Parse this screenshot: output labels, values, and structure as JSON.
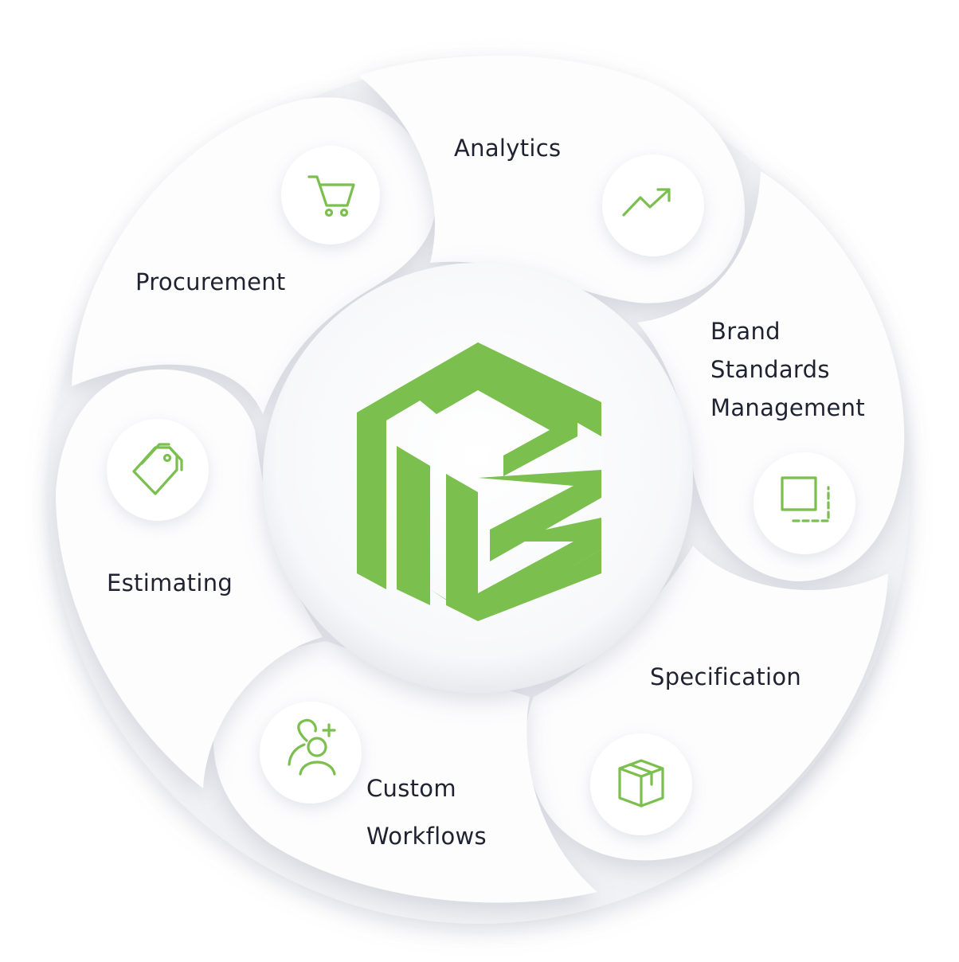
{
  "center": {
    "logo_icon": "green-cube-logo-icon",
    "color": "#7bbf4e"
  },
  "segments": [
    {
      "id": "analytics",
      "label_lines": [
        "Analytics"
      ],
      "icon": "trend-up-icon"
    },
    {
      "id": "brand-standards",
      "label_lines": [
        "Brand",
        "Standards",
        "Management"
      ],
      "icon": "layers-copy-icon"
    },
    {
      "id": "specification",
      "label_lines": [
        "Specification"
      ],
      "icon": "package-box-icon"
    },
    {
      "id": "custom-workflows",
      "label_lines": [
        "Custom",
        "Workflows"
      ],
      "icon": "add-user-icon"
    },
    {
      "id": "estimating",
      "label_lines": [
        "Estimating"
      ],
      "icon": "price-tags-icon"
    },
    {
      "id": "procurement",
      "label_lines": [
        "Procurement"
      ],
      "icon": "shopping-cart-icon"
    }
  ],
  "colors": {
    "accent": "#7bbf4e",
    "segment_fill": "#fdfdfe",
    "ring_shadow": "#d9dbe2",
    "text": "#1f2230"
  }
}
